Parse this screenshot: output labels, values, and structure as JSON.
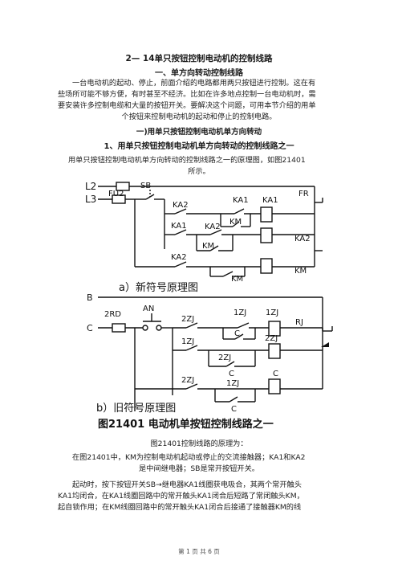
{
  "doc": {
    "title": "2— 14单只按钮控制电动机的控制线路",
    "section1": "一、单方向转动控制线路",
    "intro": [
      "一台电动机的起动、停止，前面介绍的电路都用两只按钮进行控制。这在有",
      "些场所可能不够方便，有时甚至不经济。比如在许多地点控制一台电动机时，需",
      "要安装许多控制电缆和大量的按钮开关。要解决这个问题，可用本节介绍的用单",
      "个按钮来控制电动机的起动和停止的控制电路。"
    ],
    "subsection": "一)用单只按钮控制电动机单方向转动",
    "subsub": "1、用单只按钮控制电动机单方向转动的控制线路之一",
    "lead": [
      "用单只按钮控制电动机单方向转动的控制线路之一的原理图，如图21401",
      "所示。"
    ],
    "figure": {
      "top_labels": {
        "l2": "L2",
        "l3": "L3",
        "fu2": "FU2",
        "sb": "SB",
        "ka2_a": "KA2",
        "ka1_a": "KA1",
        "ka1_b": "KA1",
        "km_a": "KM",
        "ka2_b": "KA2",
        "ka1_c": "KA1",
        "km_b": "KM",
        "ka2_c": "KA2",
        "km_c": "KM",
        "fr": "FR",
        "ka2_d": "KA2",
        "km_d": "KM"
      },
      "caption_a": "a）新符号原理图",
      "bottom_labels": {
        "b": "B",
        "c": "C",
        "rd": "2RD",
        "an": "AN",
        "zj2_a": "2ZJ",
        "zj1_a": "1ZJ",
        "zj1_b": "1ZJ",
        "c_a": "C",
        "zj2_b": "2ZJ",
        "zj1_c": "1ZJ",
        "c_b": "C",
        "zj2_c": "2ZJ",
        "zj2_d": "2ZJ",
        "zj1_d": "1ZJ",
        "c_c": "C",
        "c_d": "C",
        "rj": "RJ"
      },
      "caption_b": "b）旧符号原理图",
      "figure_title": "图21401  电动机单按钮控制线路之一"
    },
    "body_after": [
      "图21401控制线路的原理为：",
      "在图21401中，KM为控制电动机起动或停止的交流接触器；KA1和KA2",
      "是中间继电器；SB是常开按钮开关。",
      "起动时，按下按钮开关SB→继电器KA1线圈获电吸合，其两个常开触头",
      "KA1均闭合，在KA1线圈回路中的常开触头KA1闭合后短路了常闭触头KM，",
      "起自锁作用；在KM线圈回路中的常开触头KA1闭合后接通了接触器KM的线"
    ],
    "footer": "第 1 页 共 6 页"
  }
}
